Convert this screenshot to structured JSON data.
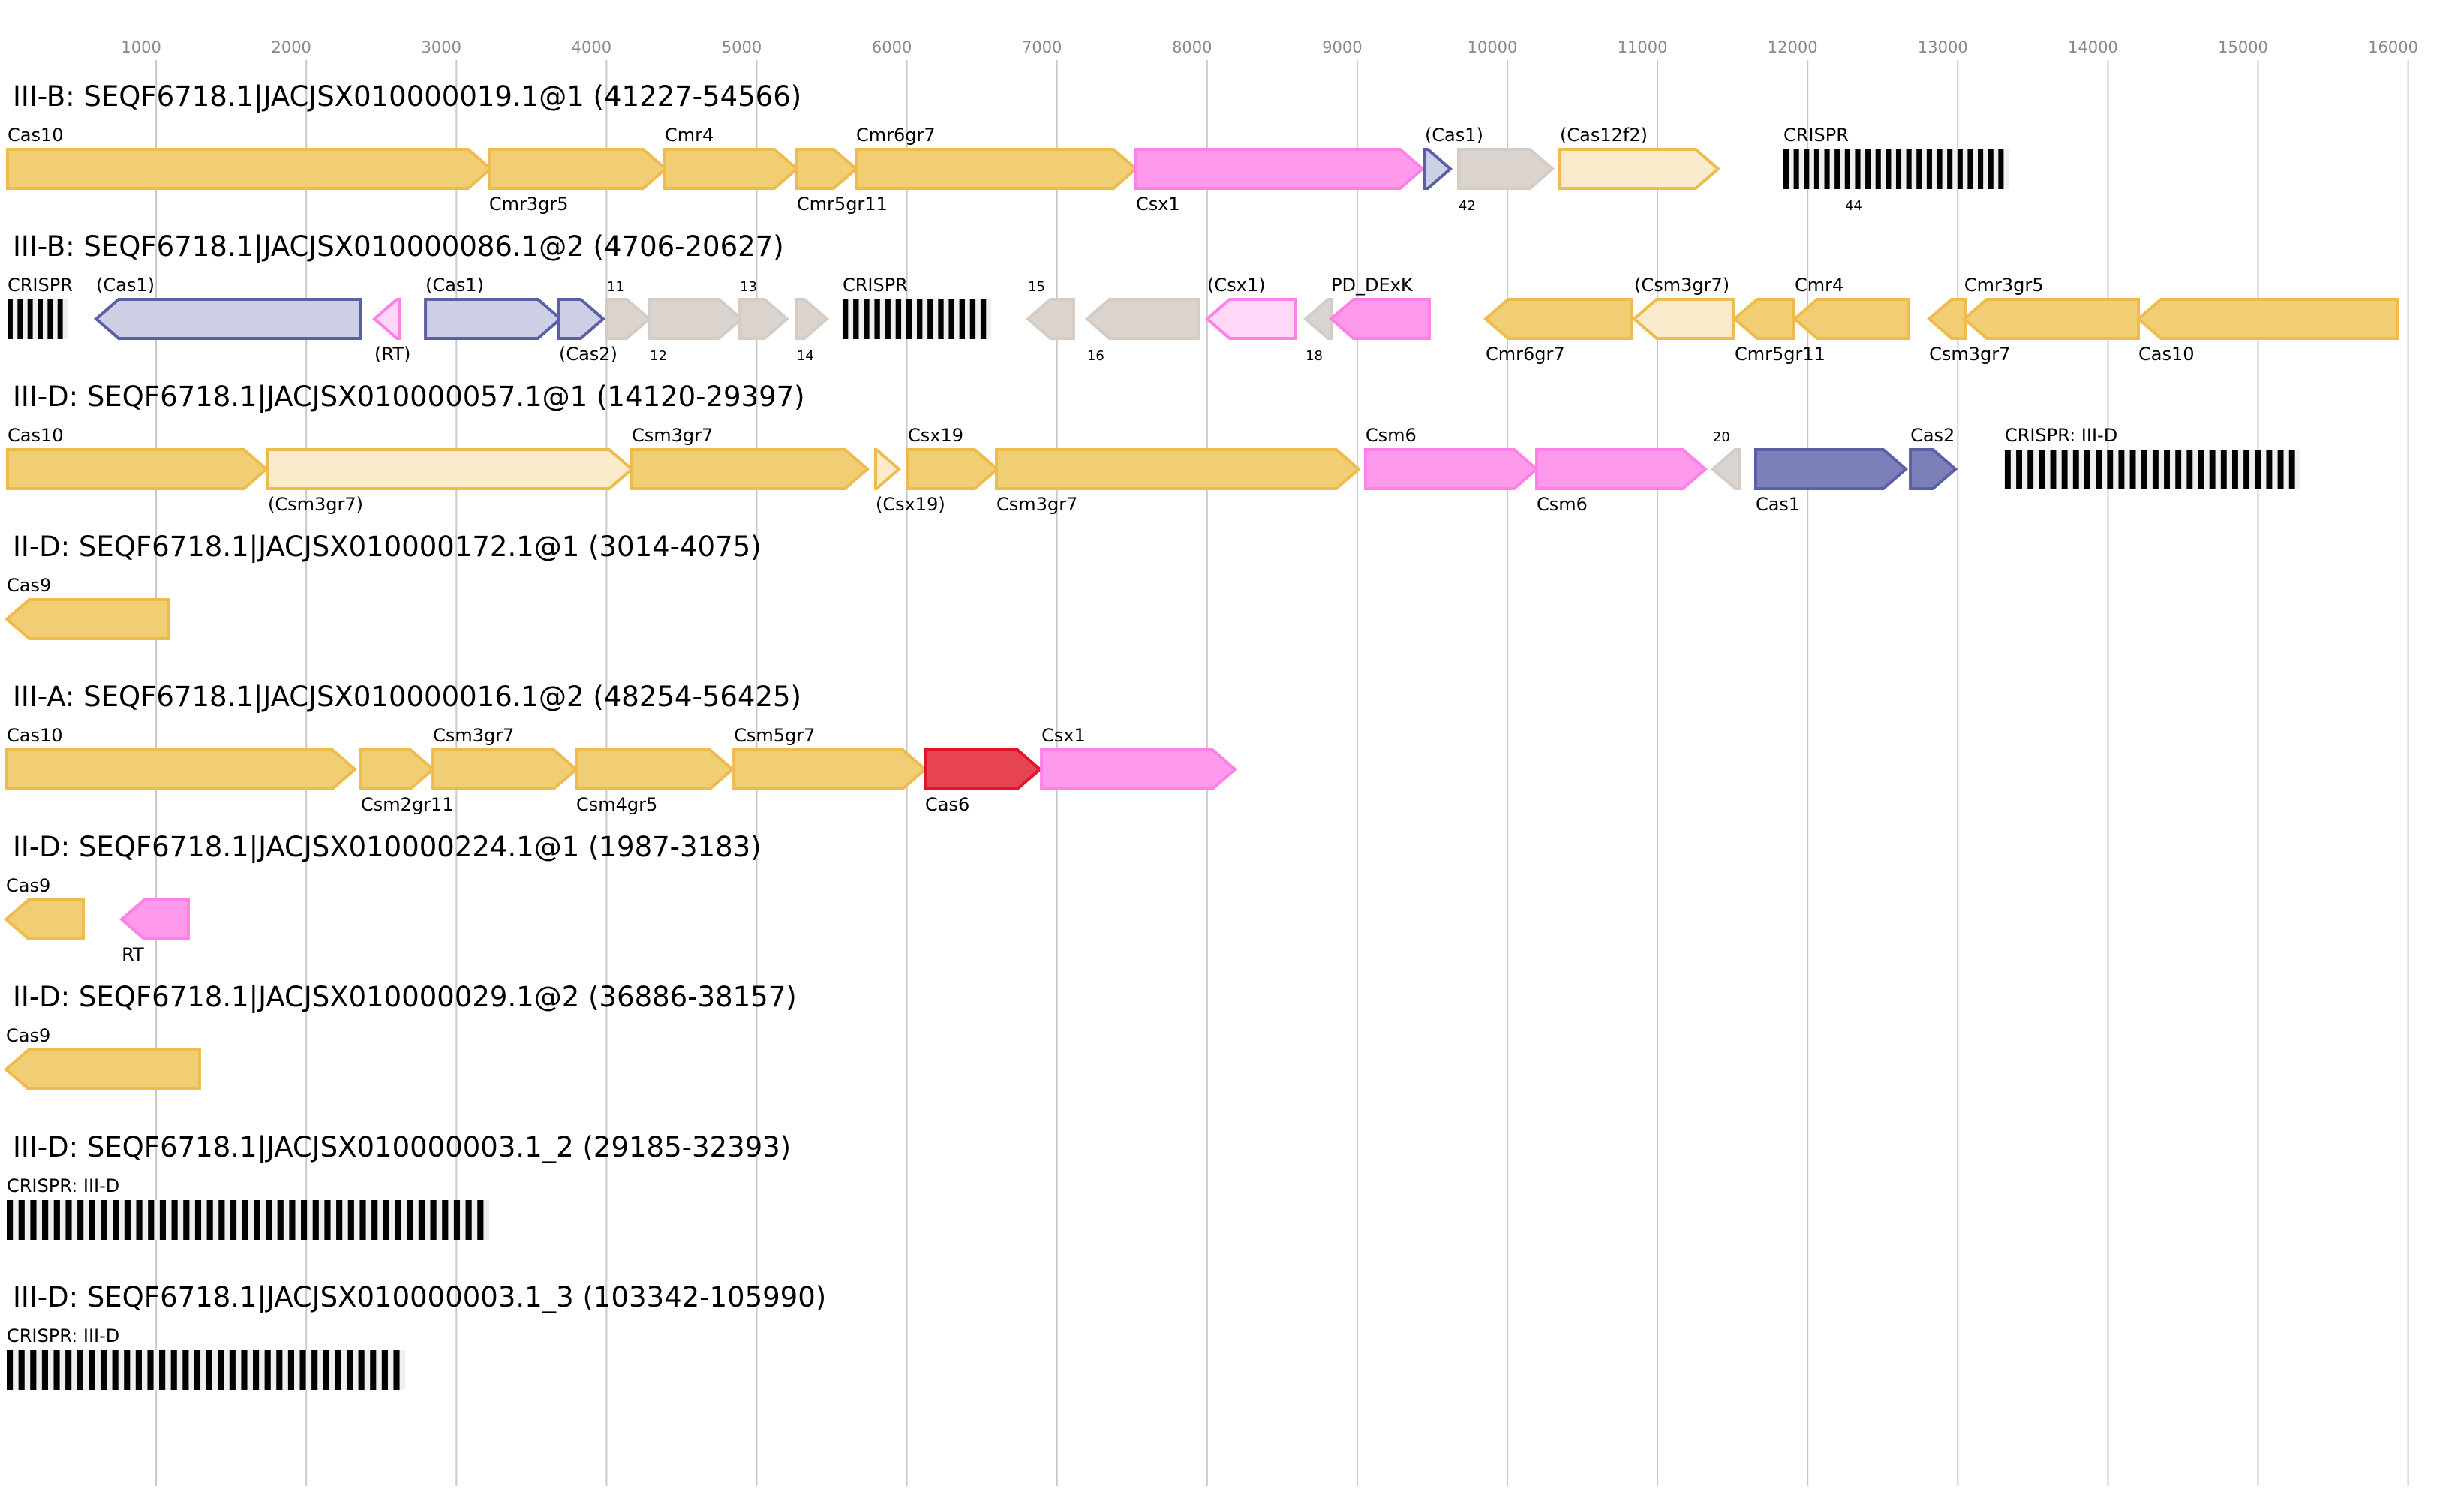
{
  "chart_data": {
    "type": "gene-cluster-map",
    "axis": {
      "unit": "bp",
      "range": [
        0,
        16000
      ],
      "ticks": [
        1000,
        2000,
        3000,
        4000,
        5000,
        6000,
        7000,
        8000,
        9000,
        10000,
        11000,
        12000,
        13000,
        14000,
        15000,
        16000
      ],
      "grid": true
    },
    "categories": {
      "yellow": {
        "fill": "#f1cd74",
        "stroke": "#eebc4c"
      },
      "lightyellow": {
        "fill": "#f9ebcb",
        "stroke": "#eebc4c"
      },
      "pink": {
        "fill": "#ff99eb",
        "stroke": "#ff80e6"
      },
      "lightpink": {
        "fill": "#ffd7f7",
        "stroke": "#ff80e6"
      },
      "lavender": {
        "fill": "#cdcfe4",
        "stroke": "#5b5fa6"
      },
      "darkblue": {
        "fill": "#7d80b8",
        "stroke": "#5b5fa6"
      },
      "gray": {
        "fill": "#dbd4ce",
        "stroke": "#d4ccc5"
      },
      "red": {
        "fill": "#e74452",
        "stroke": "#e01628"
      }
    },
    "tracks": [
      {
        "title": "III-B: SEQF6718.1|JACJSX010000019.1@1 (41227-54566)",
        "genes": [
          {
            "label": "Cas10",
            "start": 10,
            "end": 3228,
            "strand": "+",
            "color": "yellow",
            "pos": "above"
          },
          {
            "label": "Cmr3gr5",
            "start": 3218,
            "end": 4393,
            "strand": "+",
            "color": "yellow",
            "pos": "below"
          },
          {
            "label": "Cmr4",
            "start": 4388,
            "end": 5267,
            "strand": "+",
            "color": "yellow",
            "pos": "above"
          },
          {
            "label": "Cmr5gr11",
            "start": 5267,
            "end": 5662,
            "strand": "+",
            "color": "yellow",
            "pos": "below"
          },
          {
            "label": "Cmr6gr7",
            "start": 5662,
            "end": 7526,
            "strand": "+",
            "color": "yellow",
            "pos": "above"
          },
          {
            "label": "Csx1",
            "start": 7526,
            "end": 9435,
            "strand": "+",
            "color": "pink",
            "pos": "below"
          },
          {
            "label": "(Cas1)",
            "start": 9450,
            "end": 9620,
            "strand": "+",
            "color": "lavender",
            "pos": "above"
          },
          {
            "label": "42",
            "start": 9675,
            "end": 10300,
            "strand": "+",
            "color": "gray",
            "pos": "below"
          },
          {
            "label": "(Cas12f2)",
            "start": 10350,
            "end": 11404,
            "strand": "+",
            "color": "lightyellow",
            "pos": "above"
          },
          {
            "label": "CRISPR",
            "start": 11839,
            "end": 13338,
            "type": "crispr",
            "repeats": 22,
            "pos": "above",
            "sublabel": "44"
          }
        ]
      },
      {
        "title": "III-B: SEQF6718.1|JACJSX010000086.1@2 (4706-20627)",
        "genes": [
          {
            "label": "CRISPR",
            "start": 10,
            "end": 410,
            "type": "crispr",
            "repeats": 6,
            "pos": "above"
          },
          {
            "label": "(Cas1)",
            "start": 600,
            "end": 2359,
            "strand": "-",
            "color": "lavender",
            "pos": "above"
          },
          {
            "label": "(RT)",
            "start": 2454,
            "end": 2624,
            "strand": "-",
            "color": "lightpink",
            "pos": "below"
          },
          {
            "label": "(Cas1)",
            "start": 2794,
            "end": 3693,
            "strand": "+",
            "color": "lavender",
            "pos": "above"
          },
          {
            "label": "(Cas2)",
            "start": 3683,
            "end": 3978,
            "strand": "+",
            "color": "lavender",
            "pos": "below"
          },
          {
            "label": "11",
            "start": 4003,
            "end": 4283,
            "strand": "+",
            "color": "gray",
            "pos": "above"
          },
          {
            "label": "12",
            "start": 4288,
            "end": 4898,
            "strand": "+",
            "color": "gray",
            "pos": "below"
          },
          {
            "label": "13",
            "start": 4888,
            "end": 5202,
            "strand": "+",
            "color": "gray",
            "pos": "above"
          },
          {
            "label": "14",
            "start": 5267,
            "end": 5467,
            "strand": "+",
            "color": "gray",
            "pos": "below"
          },
          {
            "label": "CRISPR",
            "start": 5572,
            "end": 6562,
            "type": "crispr",
            "repeats": 14,
            "pos": "above"
          },
          {
            "label": "15",
            "start": 6807,
            "end": 7111,
            "strand": "-",
            "color": "gray",
            "pos": "above"
          },
          {
            "label": "16",
            "start": 7201,
            "end": 7941,
            "strand": "-",
            "color": "gray",
            "pos": "below"
          },
          {
            "label": "(Csx1)",
            "start": 8001,
            "end": 8586,
            "strand": "-",
            "color": "lightpink",
            "pos": "above"
          },
          {
            "label": "18",
            "start": 8656,
            "end": 8831,
            "strand": "-",
            "color": "gray",
            "pos": "below"
          },
          {
            "label": "PD_DExK",
            "start": 8826,
            "end": 9480,
            "strand": "-",
            "color": "pink",
            "pos": "above"
          },
          {
            "label": "Cmr6gr7",
            "start": 9855,
            "end": 10830,
            "strand": "-",
            "color": "yellow",
            "pos": "below"
          },
          {
            "label": "(Csm3gr7)",
            "start": 10845,
            "end": 11504,
            "strand": "-",
            "color": "lightyellow",
            "pos": "above"
          },
          {
            "label": "Cmr5gr11",
            "start": 11514,
            "end": 11909,
            "strand": "-",
            "color": "yellow",
            "pos": "below"
          },
          {
            "label": "Cmr4",
            "start": 11914,
            "end": 12674,
            "strand": "-",
            "color": "yellow",
            "pos": "above"
          },
          {
            "label": "Csm3gr7",
            "start": 12809,
            "end": 13053,
            "strand": "-",
            "color": "yellow",
            "pos": "below"
          },
          {
            "label": "Cmr3gr5",
            "start": 13043,
            "end": 14203,
            "strand": "-",
            "color": "yellow",
            "pos": "above"
          },
          {
            "label": "Cas10",
            "start": 14203,
            "end": 15932,
            "strand": "-",
            "color": "yellow",
            "pos": "below"
          }
        ]
      },
      {
        "title": "III-D: SEQF6718.1|JACJSX010000057.1@1 (14120-29397)",
        "genes": [
          {
            "label": "Cas10",
            "start": 10,
            "end": 1734,
            "strand": "+",
            "color": "yellow",
            "pos": "above"
          },
          {
            "label": "(Csm3gr7)",
            "start": 1744,
            "end": 4168,
            "strand": "+",
            "color": "lightyellow",
            "pos": "below"
          },
          {
            "label": "Csm3gr7",
            "start": 4168,
            "end": 5737,
            "strand": "+",
            "color": "yellow",
            "pos": "above"
          },
          {
            "label": "(Csx19)",
            "start": 5792,
            "end": 5947,
            "strand": "+",
            "color": "lightyellow",
            "pos": "below"
          },
          {
            "label": "Csx19",
            "start": 6007,
            "end": 6602,
            "strand": "+",
            "color": "yellow",
            "pos": "above"
          },
          {
            "label": "Csm3gr7",
            "start": 6597,
            "end": 9010,
            "strand": "+",
            "color": "yellow",
            "pos": "below"
          },
          {
            "label": "Csm6",
            "start": 9055,
            "end": 10195,
            "strand": "+",
            "color": "pink",
            "pos": "above"
          },
          {
            "label": "Csm6",
            "start": 10195,
            "end": 11319,
            "strand": "+",
            "color": "pink",
            "pos": "below"
          },
          {
            "label": "20",
            "start": 11369,
            "end": 11544,
            "strand": "-",
            "color": "gray",
            "pos": "above"
          },
          {
            "label": "Cas1",
            "start": 11654,
            "end": 12654,
            "strand": "+",
            "color": "darkblue",
            "pos": "below"
          },
          {
            "label": "Cas2",
            "start": 12684,
            "end": 12984,
            "strand": "+",
            "color": "darkblue",
            "pos": "above"
          },
          {
            "label": "CRISPR: III-D",
            "start": 13313,
            "end": 15282,
            "type": "crispr",
            "repeats": 26,
            "pos": "above"
          }
        ]
      },
      {
        "title": "II-D: SEQF6718.1|JACJSX010000172.1@1 (3014-4075)",
        "genes": [
          {
            "label": "Cas9",
            "start": 5,
            "end": 1080,
            "strand": "-",
            "color": "yellow",
            "pos": "above"
          }
        ]
      },
      {
        "title": "III-A: SEQF6718.1|JACJSX010000016.1@2 (48254-56425)",
        "genes": [
          {
            "label": "Cas10",
            "start": 5,
            "end": 2324,
            "strand": "+",
            "color": "yellow",
            "pos": "above"
          },
          {
            "label": "Csm2gr11",
            "start": 2364,
            "end": 2844,
            "strand": "+",
            "color": "yellow",
            "pos": "below"
          },
          {
            "label": "Csm3gr7",
            "start": 2844,
            "end": 3798,
            "strand": "+",
            "color": "yellow",
            "pos": "above"
          },
          {
            "label": "Csm4gr5",
            "start": 3798,
            "end": 4838,
            "strand": "+",
            "color": "yellow",
            "pos": "below"
          },
          {
            "label": "Csm5gr7",
            "start": 4848,
            "end": 6122,
            "strand": "+",
            "color": "yellow",
            "pos": "above"
          },
          {
            "label": "Cas6",
            "start": 6122,
            "end": 6887,
            "strand": "+",
            "color": "red",
            "pos": "below"
          },
          {
            "label": "Csx1",
            "start": 6897,
            "end": 8186,
            "strand": "+",
            "color": "pink",
            "pos": "above"
          }
        ]
      },
      {
        "title": "II-D: SEQF6718.1|JACJSX010000224.1@1 (1987-3183)",
        "genes": [
          {
            "label": "Cas9",
            "start": 0,
            "end": 515,
            "strand": "-",
            "color": "yellow",
            "pos": "above"
          },
          {
            "label": "RT",
            "start": 770,
            "end": 1214,
            "strand": "-",
            "color": "pink",
            "pos": "below"
          }
        ]
      },
      {
        "title": "II-D: SEQF6718.1|JACJSX010000029.1@2 (36886-38157)",
        "genes": [
          {
            "label": "Cas9",
            "start": 0,
            "end": 1289,
            "strand": "-",
            "color": "yellow",
            "pos": "above"
          }
        ]
      },
      {
        "title": "III-D: SEQF6718.1|JACJSX010000003.1_2 (29185-32393)",
        "genes": [
          {
            "label": "CRISPR: III-D",
            "start": 5,
            "end": 3218,
            "type": "crispr",
            "repeats": 41,
            "pos": "above"
          }
        ]
      },
      {
        "title": "III-D: SEQF6718.1|JACJSX010000003.1_3 (103342-105990)",
        "genes": [
          {
            "label": "CRISPR: III-D",
            "start": 5,
            "end": 2659,
            "type": "crispr",
            "repeats": 34,
            "pos": "above"
          }
        ]
      }
    ]
  }
}
